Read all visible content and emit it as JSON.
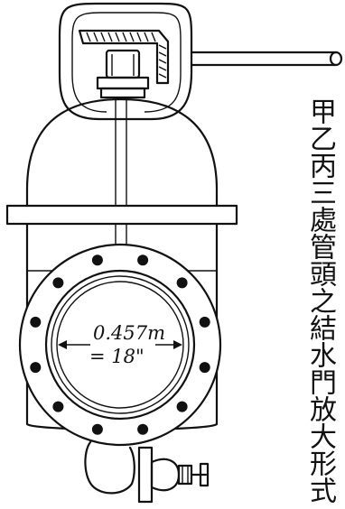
{
  "figure": {
    "caption": "甲乙丙三處管頭之結水門放大形式",
    "dimension_metric": "0.457m",
    "dimension_imperial": "= 18\""
  },
  "bolt_count": 12
}
